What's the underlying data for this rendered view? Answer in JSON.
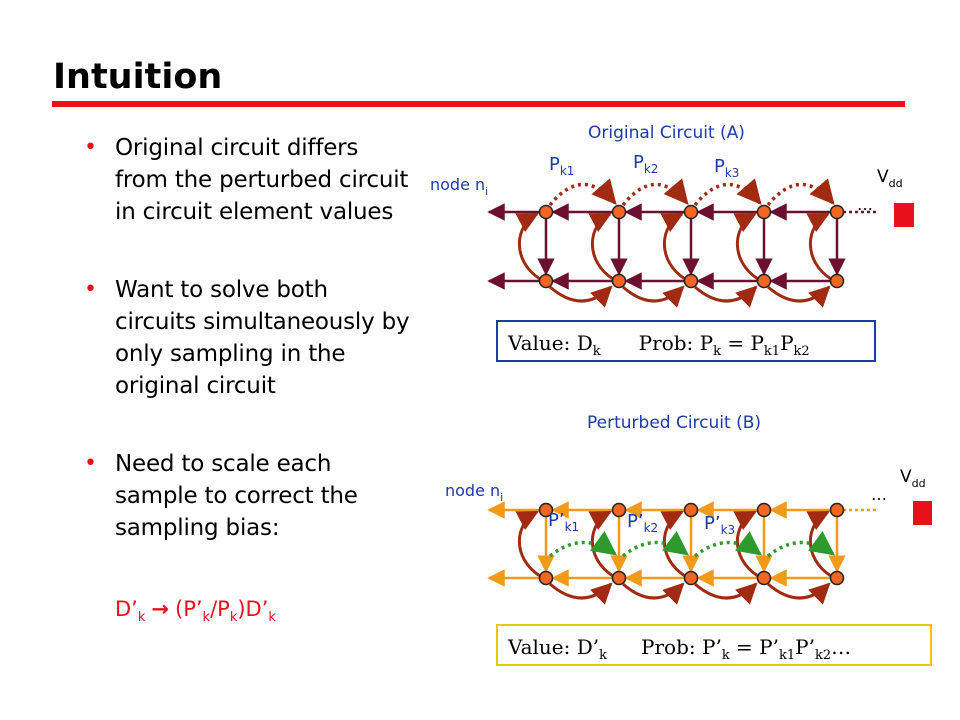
{
  "slide": {
    "title": "Intuition",
    "bullets": [
      "Original circuit differs from the perturbed circuit in circuit element values",
      "Want to solve both circuits simultaneously by only sampling in the original circuit",
      "Need to scale each sample to correct the sampling bias:"
    ],
    "formula": {
      "lhs_base": "D’",
      "lhs_sub": "k",
      "arrow": "→",
      "open": "(P’",
      "sub1": "k",
      "slash": "/P",
      "sub2": "k",
      "close": ")D’",
      "sub3": "k"
    }
  },
  "circuit_a": {
    "title": "Original Circuit (A)",
    "probs": [
      {
        "base": "P",
        "sub": "k1"
      },
      {
        "base": "P",
        "sub": "k2"
      },
      {
        "base": "P",
        "sub": "k3"
      }
    ],
    "node": {
      "base": "node n",
      "sub": "i"
    },
    "vdd": {
      "base": "V",
      "sub": "dd"
    },
    "ellipsis": "…",
    "value_box": {
      "value_base": "Value: D",
      "value_sub": "k",
      "prob_a": "Prob: P",
      "prob_a_sub": "k",
      "eq": " = P",
      "p1_sub": "k1",
      "p2": "P",
      "p2_sub": "k2"
    }
  },
  "circuit_b": {
    "title": "Perturbed  Circuit (B)",
    "probs": [
      {
        "base": "P’",
        "sub": "k1"
      },
      {
        "base": "P’",
        "sub": "k2"
      },
      {
        "base": "P’",
        "sub": "k3"
      }
    ],
    "node": {
      "base": "node n",
      "sub": "i"
    },
    "vdd": {
      "base": "V",
      "sub": "dd"
    },
    "ellipsis": "…",
    "value_box": {
      "value_base": "Value: D’",
      "value_sub": "k",
      "prob_a": "Prob: P’",
      "prob_a_sub": "k",
      "eq": " = P’",
      "p1_sub": "k1",
      "p2": "P’",
      "p2_sub": "k2",
      "tail": "…"
    }
  },
  "colors": {
    "accent_red": "#e8101a",
    "blue_text": "#1e3aa8",
    "circuit_a_wire": "#6b1030",
    "circuit_a_walk": "#a02a12",
    "circuit_b_wire": "#f19a1a",
    "circuit_b_walk": "#2e9a2e",
    "node_fill": "#f26522",
    "vdd_source": "#e8101a",
    "box_a_border": "#1e3aa8",
    "box_b_border": "#f0c400"
  }
}
